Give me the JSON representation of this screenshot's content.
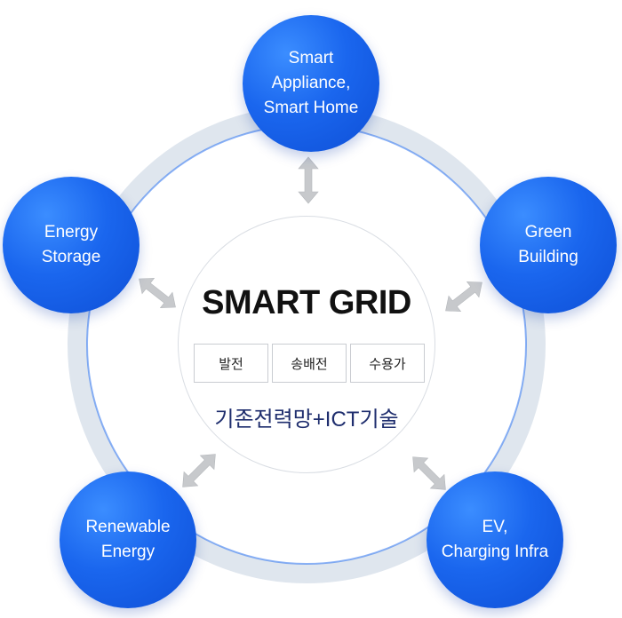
{
  "diagram": {
    "title": "SMART GRID",
    "subtitle": "기존전력망+ICT기술",
    "boxes": [
      "발전",
      "송배전",
      "수용가"
    ],
    "nodes": {
      "top": [
        "Smart",
        "Appliance,",
        "Smart Home"
      ],
      "right": [
        "Green",
        "Building"
      ],
      "bottom_right": [
        "EV,",
        "Charging Infra"
      ],
      "bottom_left": [
        "Renewable",
        "Energy"
      ],
      "left": [
        "Energy",
        "Storage"
      ]
    },
    "colors": {
      "node_blue": "#1a66ee",
      "ring": "#dfe6ee",
      "arrow": "#c7c9cc",
      "subtitle": "#1f2e6e"
    }
  }
}
